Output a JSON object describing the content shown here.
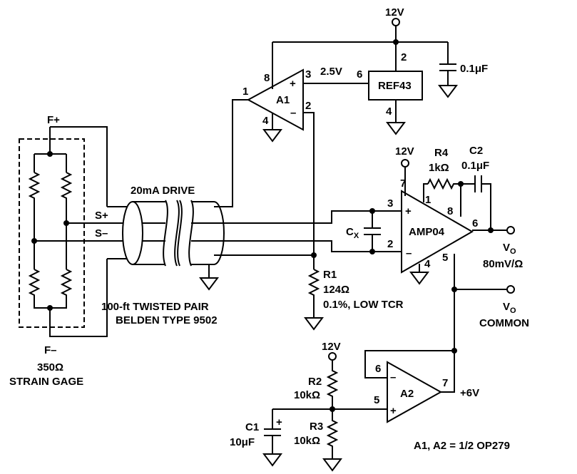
{
  "supply": {
    "v12": "12V",
    "v2p5": "2.5V",
    "v6": "+6V"
  },
  "a1": {
    "name": "A1",
    "pin_plus": "+",
    "pin_minus": "–",
    "p1": "1",
    "p2": "2",
    "p3": "3",
    "p4": "4",
    "p8": "8"
  },
  "ref43": {
    "name": "REF43",
    "p2": "2",
    "p4": "4",
    "p6": "6"
  },
  "cap_top": {
    "value": "0.1μF"
  },
  "amp04": {
    "name": "AMP04",
    "pin_plus": "+",
    "pin_minus": "–",
    "p1": "1",
    "p2": "2",
    "p3": "3",
    "p4": "4",
    "p5": "5",
    "p6": "6",
    "p7": "7",
    "p8": "8"
  },
  "r4": {
    "name": "R4",
    "value": "1kΩ"
  },
  "c2": {
    "name": "C2",
    "value": "0.1μF"
  },
  "cx": {
    "name": "C",
    "sub": "X"
  },
  "r1": {
    "name": "R1",
    "value": "124Ω",
    "spec": "0.1%, LOW TCR"
  },
  "cable": {
    "drive": "20mA DRIVE",
    "line1": "100-ft TWISTED PAIR",
    "line2": "BELDEN TYPE 9502"
  },
  "gage": {
    "fplus": "F+",
    "fminus": "F–",
    "splus": "S+",
    "sminus": "S–",
    "ohms": "350Ω",
    "label": "STRAIN GAGE"
  },
  "vo": {
    "v": "V",
    "sub": "O",
    "scale": "80mV/Ω",
    "common": "COMMON"
  },
  "a2": {
    "name": "A2",
    "pin_plus": "+",
    "pin_minus": "–",
    "p5": "5",
    "p6": "6",
    "p7": "7"
  },
  "r2": {
    "name": "R2",
    "value": "10kΩ"
  },
  "r3": {
    "name": "R3",
    "value": "10kΩ"
  },
  "c1": {
    "name": "C1",
    "value": "10μF",
    "pol": "+"
  },
  "note": "A1, A2 = 1/2 OP279"
}
